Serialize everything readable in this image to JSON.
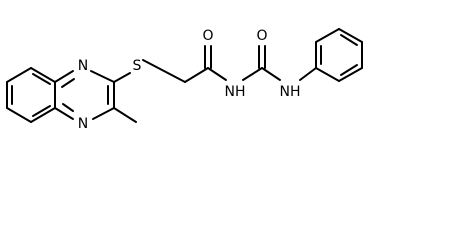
{
  "molecule": {
    "atoms": {
      "n_top": "N",
      "n_bottom": "N",
      "sulfur": "S",
      "oxygen_amide": "O",
      "nh_amide": "NH",
      "oxygen_urea": "O",
      "nh_phenyl": "NH"
    }
  }
}
